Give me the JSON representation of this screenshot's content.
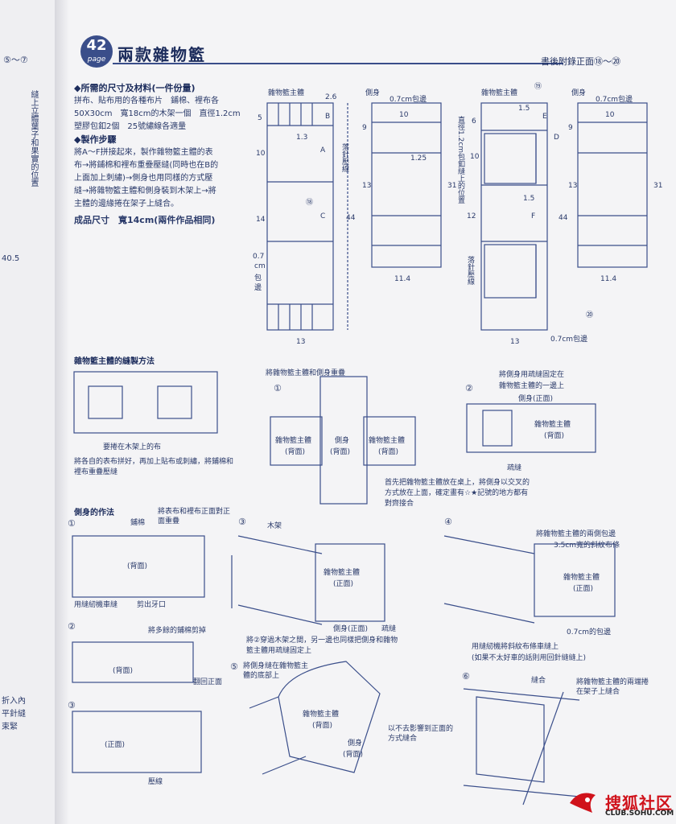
{
  "page": {
    "number": "42",
    "page_word": "page",
    "title": "兩款雜物籃",
    "ref": "書後附錄正面⑱～⑳"
  },
  "left_strip": {
    "top_label": "⑤～⑦",
    "vertical_text": "縫上立體葉子和果實的位置",
    "measure": "40.5",
    "bottom_text": [
      "折入內",
      "平針縫",
      "束緊"
    ]
  },
  "materials": {
    "heading": "◆所需的尺寸及材料(一件份量)",
    "lines": [
      "拼布、貼布用的各種布片　鋪棉、裡布各",
      "50X30cm　寬18cm的木架一個　直徑1.2cm",
      "塑膠包釦2個　25號繡線各適量"
    ],
    "steps_heading": "◆製作步驟",
    "steps": [
      "將A～F拼接起來，製作雜物籃主體的表",
      "布→將鋪棉和裡布重疊壓縫(同時也在B的",
      "上面加上刺繡)→側身也用同樣的方式壓",
      "縫→將雜物籃主體和側身裝到木架上→將",
      "主體的邊緣捲在架子上縫合。"
    ],
    "size": "成品尺寸　寬14cm(兩件作品相同)"
  },
  "diagrams": {
    "main_body": "雜物籃主體",
    "side": "側身",
    "edge_07": "0.7cm包邊",
    "dims_left": [
      "2.6",
      "5",
      "10",
      "14",
      "1.3",
      "44",
      "13",
      "0.7",
      "cm",
      "包",
      "邊"
    ],
    "dims_side": [
      "10",
      "9",
      "1.25",
      "13",
      "31",
      "11.4"
    ],
    "quilt_line": "落針壓線",
    "letters": [
      "B",
      "A",
      "C",
      "D",
      "E",
      "F",
      "⑱",
      "⑲",
      "⑳"
    ],
    "dims_right": [
      "6",
      "1.5",
      "10",
      "12",
      "1.5",
      "44",
      "13"
    ],
    "button_pos": "直徑1.2cm包釦縫上的位置",
    "edge_07b": "0.7cm包邊",
    "dims_side2": [
      "10",
      "9",
      "13",
      "31",
      "11.4"
    ]
  },
  "sections": {
    "sewing_method": "雜物籃主體的縫製方法",
    "wrap_label": "要捲在木架上的布",
    "sewing_note": "將各自的表布拼好，再加上貼布或刺繡，將鋪棉和裡布重疊壓縫",
    "overlap_title": "將雜物籃主體和側身重疊",
    "body_back": "雜物籃主體",
    "back": "(背面)",
    "side_back": "側身",
    "step1_note": "首先把雜物籃主體放在桌上，將側身以交叉的方式放在上面，確定畫有☆★記號的地方都有對齊接合",
    "step2_note_1": "將側身用疏縫固定在",
    "step2_note_2": "雜物籃主體的一邊上",
    "side_front": "側身(正面)",
    "basting": "疏縫",
    "side_method": "側身的作法",
    "s1_label1": "鋪棉",
    "s1_label2": "將表布和裡布正面對正面重疊",
    "s1_bottom": "用縫紉機車縫",
    "s1_cut": "剪出牙口",
    "s2_label": "將多餘的鋪棉剪掉",
    "s2_turn": "翻回正面",
    "front": "(正面)",
    "quilt": "壓線",
    "wood": "木架",
    "body_front": "雜物籃主體",
    "front_label": "(正面)",
    "s3_side": "側身(正面)",
    "s3_basting": "疏縫",
    "s3_note": "將②穿過木架之間，另一邊也同樣把側身和雜物籃主體用疏縫固定上",
    "s4_note1": "將雜物籃主體的兩側包邊",
    "s4_note2": "3.5cm寬的斜紋布條",
    "s4_edge": "0.7cm的包邊",
    "s4_bottom": "用縫紉機將斜紋布條車縫上",
    "s4_bottom2": "(如果不太好車的話則用回針縫縫上)",
    "s5_note": "將側身縫在雜物籃主體的底部上",
    "s5_side": "側身",
    "s5_back": "(背面)",
    "s5_right": "以不去影響到正面的方式縫合",
    "s6_seam": "縫合",
    "s6_note": "將雜物籃主體的兩端捲在架子上縫合"
  },
  "logo": {
    "text": "搜狐社区",
    "url": "CLUB.SOHU.COM"
  }
}
